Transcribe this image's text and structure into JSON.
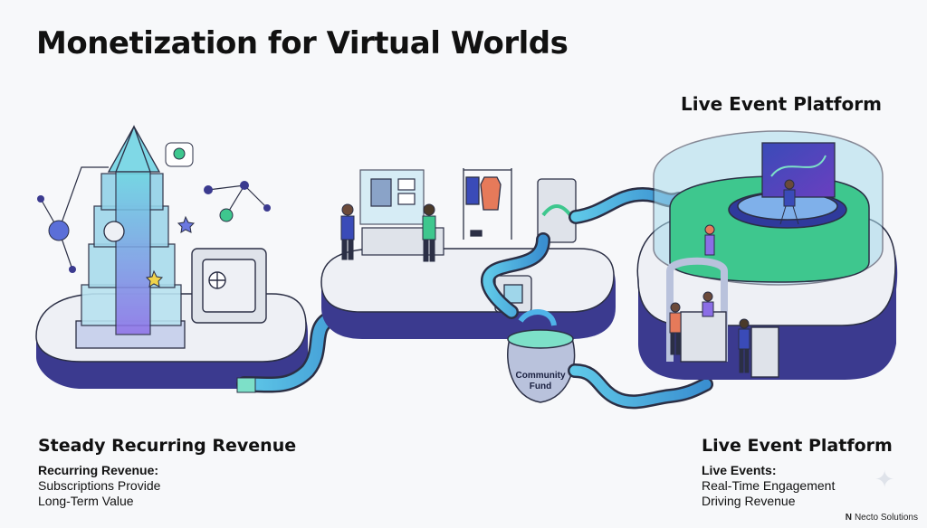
{
  "title": "Monetization for Virtual Worlds",
  "live_event_header": "Live Event Platform",
  "community_fund_label": [
    "Community",
    "Fund"
  ],
  "left_caption": {
    "title": "Steady Recurring Revenue",
    "subtitle": "Recurring Revenue:",
    "lines": [
      "Subscriptions Provide",
      "Long-Term Value"
    ]
  },
  "right_caption": {
    "title": "Live Event Platform",
    "subtitle": "Live Events:",
    "lines": [
      "Real-Time Engagement",
      "Driving Revenue"
    ]
  },
  "footer": {
    "mark": "N",
    "brand": "Necto Solutions"
  },
  "colors": {
    "platform_top": "#eef0f5",
    "platform_side": "#3b3a8f",
    "pipe": "#4fb3e8",
    "glow": "#7de0c8",
    "arena_floor": "#3ec78e",
    "crystal": "#7fd8e6",
    "crystal_violet": "#8b6ee6"
  }
}
